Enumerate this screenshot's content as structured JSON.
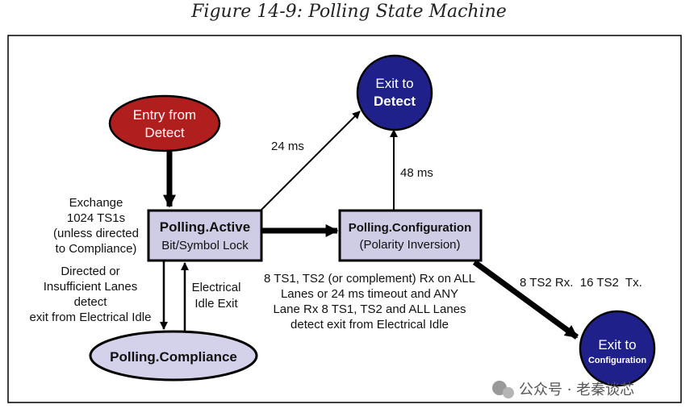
{
  "figure": {
    "caption": "Figure 14-9: Polling State Machine"
  },
  "nodes": {
    "entry": {
      "line1": "Entry from",
      "line2": "Detect"
    },
    "exit_detect": {
      "line1": "Exit to",
      "line2": "Detect"
    },
    "polling_active": {
      "title": "Polling.Active",
      "subtitle": "Bit/Symbol Lock"
    },
    "polling_configuration": {
      "title": "Polling.Configuration",
      "subtitle": "(Polarity Inversion)"
    },
    "polling_compliance": {
      "title": "Polling.Compliance"
    },
    "exit_configuration": {
      "line1": "Exit to",
      "line2": "Configuration"
    }
  },
  "labels": {
    "t24ms": "24 ms",
    "t48ms": "48 ms",
    "exchange": [
      "Exchange",
      "1024 TS1s",
      "(unless directed",
      "to Compliance)"
    ],
    "directed": [
      "Directed or",
      "Insufficient Lanes",
      "detect",
      "exit from Electrical Idle"
    ],
    "electrical_idle": [
      "Electrical",
      "Idle Exit"
    ],
    "ts_condition": [
      "8 TS1, TS2 (or complement) Rx on ALL",
      "Lanes or 24 ms timeout and ANY",
      "Lane Rx 8 TS1, TS2 and ALL Lanes",
      "detect exit from Electrical Idle"
    ],
    "ts2": "8 TS2 Rx.  16 TS2  Tx."
  },
  "watermark": {
    "text": "公众号 · 老秦谈芯"
  },
  "colors": {
    "entry_fill": "#b01e1e",
    "exit_fill": "#20208a",
    "box_fill": "#cfcde6",
    "compliance_fill": "#d3d2ea",
    "stroke": "#000000"
  }
}
